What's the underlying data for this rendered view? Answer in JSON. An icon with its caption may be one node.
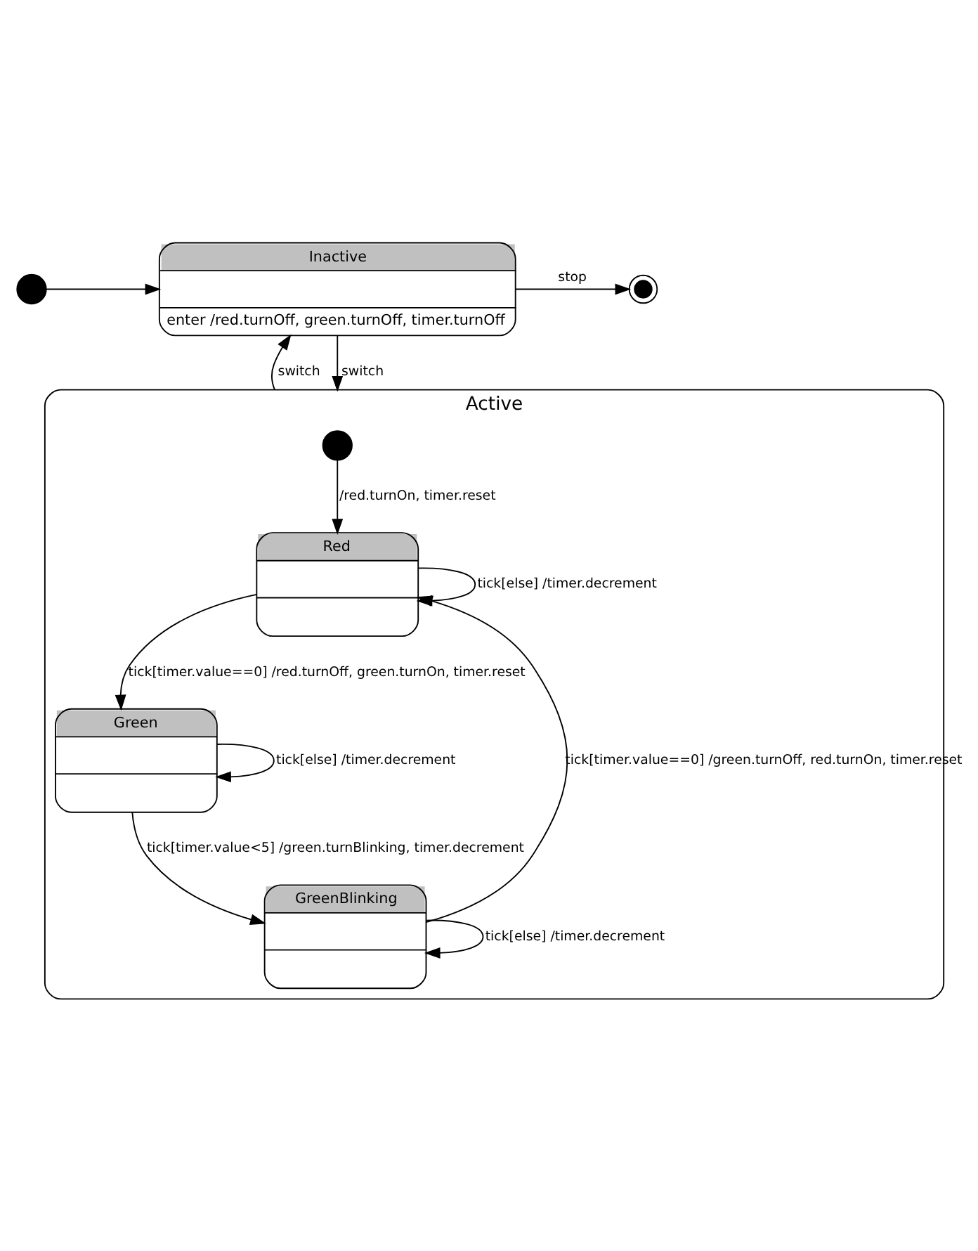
{
  "diagram": {
    "nodes": [
      {
        "text": [],
        "shape": "circle"
      },
      {
        "text": [],
        "shape": "circle"
      },
      {
        "text": [
          "Inactive",
          "enter /red.turnOff, green.turnOff, timer.turnOff"
        ]
      },
      {
        "text": [
          "Active"
        ]
      },
      {
        "text": [
          "Red"
        ],
        "in": 3
      },
      {
        "text": [],
        "shape": "circle",
        "in": 3
      },
      {
        "text": [
          "Green"
        ],
        "in": 3
      },
      {
        "text": [
          "GreenBlinking"
        ],
        "in": 3
      }
    ],
    "edges": [
      {
        "from": 0,
        "to": 2,
        "arrow": "to"
      },
      {
        "from": 2,
        "to": 1,
        "arrow": "to",
        "label": "stop"
      },
      {
        "from": 3,
        "to": 2,
        "arrow": "to",
        "label": "switch"
      },
      {
        "from": 2,
        "to": 3,
        "arrow": "to",
        "label": "switch"
      },
      {
        "from": 5,
        "to": 4,
        "arrow": "to",
        "label": "/red.turnOn, timer.reset"
      },
      {
        "from": 4,
        "to": 4,
        "arrow": "to",
        "label": "tick[else] /timer.decrement"
      },
      {
        "from": 4,
        "to": 6,
        "arrow": "to",
        "label": "tick[timer.value==0] /red.turnOff, green.turnOn, timer.reset"
      },
      {
        "from": 6,
        "to": 6,
        "arrow": "to",
        "label": "tick[else] /timer.decrement"
      },
      {
        "from": 6,
        "to": 7,
        "arrow": "to",
        "label": "tick[timer.value<5] /green.turnBlinking, timer.decrement"
      },
      {
        "from": 7,
        "to": 7,
        "arrow": "to",
        "label": "tick[else] /timer.decrement"
      },
      {
        "from": 7,
        "to": 4,
        "arrow": "to",
        "label": "tick[timer.value==0] /green.turnOff, red.turnOn, timer.reset"
      }
    ]
  }
}
